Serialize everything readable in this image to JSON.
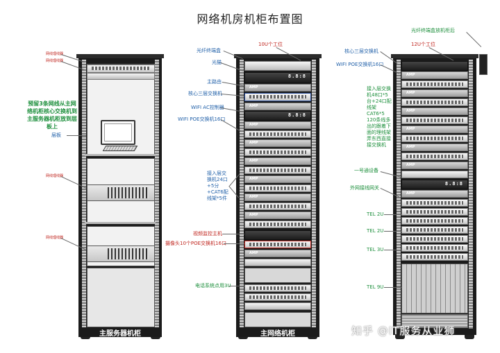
{
  "title": "网络机房机柜布置图",
  "racks": {
    "left": {
      "name": "主服务器机柜",
      "labels": {
        "top1": "网线理线器",
        "top2": "网线理线器",
        "note": "预留3条网线从主网络机柜核心交换机到主服务器机柜放到层板上",
        "shelf": "层板",
        "mid": "网线理线器",
        "bottom": "网线理线器"
      }
    },
    "middle": {
      "name": "主网络机柜",
      "top_label": "10U个工位",
      "labels": {
        "fiber": "光纤终端盒",
        "modem": "光猫",
        "router": "主路由",
        "core": "核心三层交换机",
        "wifi": "WIFI AC控制器",
        "poe": "WIFI POE交换机16口",
        "access": "接入层交换机24口+5分+CAT6配线架*5件",
        "monitor": "视频监控主机",
        "camera": "摄像头10个POE交换机16口",
        "phone": "电话系统点用3U"
      },
      "displays": [
        "8.8:8",
        "8.8:8"
      ]
    },
    "right": {
      "top_label": "12U个工位",
      "labels": {
        "fiber_box": "光纤终端盒放机柜后",
        "core": "核心三层交换机",
        "poe": "WIFI POE交换机16口",
        "access": "接入层交换机48口*5台+24口配线架CAT6*5 120条线多出的跟着下面的理线架弄东西直接接交换机",
        "ups1": "一号通设备",
        "ups2": "外网接线网关",
        "tel1": "TEL 2U",
        "tel2": "TEL 2U",
        "tel3": "TEL 3U",
        "tel4": "TEL 9U"
      },
      "displays": [
        "8.8:8"
      ]
    }
  },
  "amp_text": "AMP",
  "watermark": "知乎 @IT服务从业狮"
}
